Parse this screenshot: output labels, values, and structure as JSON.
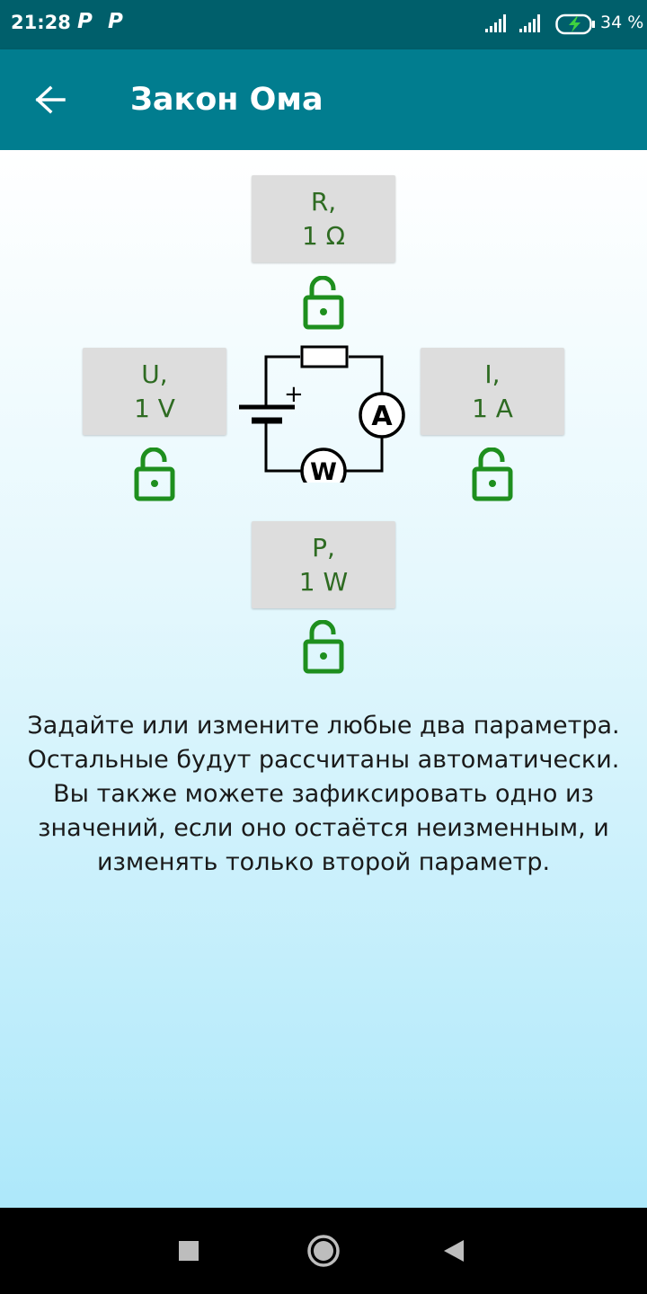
{
  "status_bar": {
    "time": "21:28",
    "notification_1": "P",
    "notification_2": "P",
    "battery": "34 %"
  },
  "app_bar": {
    "title": "Закон Ома",
    "color": "#017d8f"
  },
  "params": {
    "resistance": {
      "symbol": "R,",
      "value": "1 Ω"
    },
    "voltage": {
      "symbol": "U,",
      "value": "1 V"
    },
    "current": {
      "symbol": "I,",
      "value": "1 A"
    },
    "power": {
      "symbol": "P,",
      "value": "1 W"
    }
  },
  "circuit": {
    "ammeter_label": "A",
    "wattmeter_label": "W",
    "plus_sign": "+"
  },
  "description": "Задайте или измените любые два параметра. Остальные будут рассчитаны автоматически. Вы также можете зафиксировать одно из значений, если оно остаётся неизменным, и изменять только второй параметр.",
  "colors": {
    "value_text": "#2e6b22",
    "lock_icon": "#1e8f1e"
  },
  "icons": {
    "back": "arrow-left-icon",
    "lock": "lock-open-icon",
    "nav_recent": "square-icon",
    "nav_home": "circle-icon",
    "nav_back": "triangle-icon"
  }
}
